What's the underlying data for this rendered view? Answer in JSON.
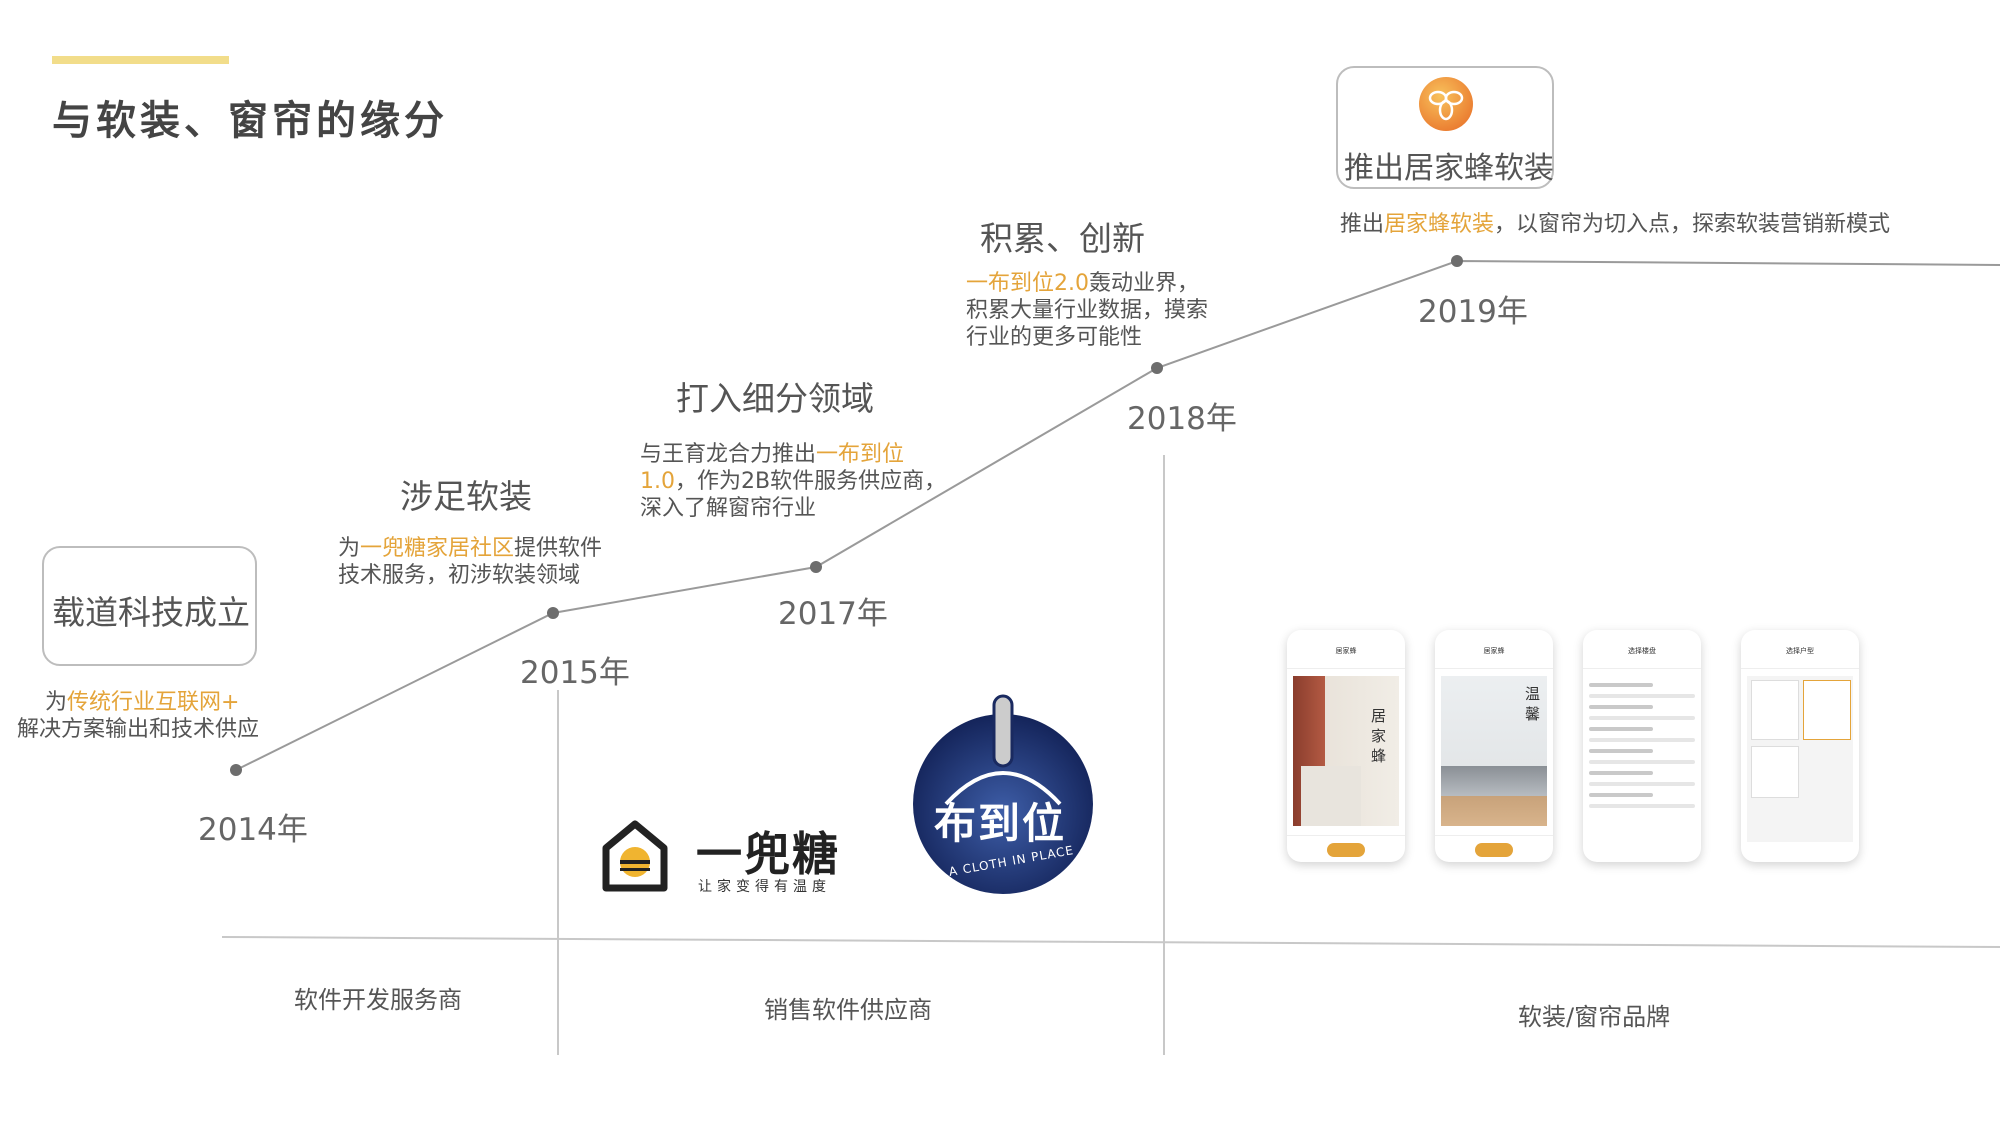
{
  "title": "与软装、窗帘的缘分",
  "colors": {
    "accent_bar": "#f2dd8a",
    "highlight": "#e4a43a",
    "line": "#9a9a9a",
    "divider": "#c8c8c8"
  },
  "milestones": {
    "m2014": {
      "year": "2014年",
      "box": "载道科技成立",
      "desc_pre": "为",
      "desc_hl": "传统行业互联网+",
      "desc_line2": "解决方案输出和技术供应"
    },
    "m2015": {
      "year": "2015年",
      "heading": "涉足软装",
      "desc_pre": "为",
      "desc_hl": "一兜糖家居社区",
      "desc_post": "提供软件",
      "desc_line2": "技术服务，初涉软装领域"
    },
    "m2017": {
      "year": "2017年",
      "heading": "打入细分领域",
      "desc_pre": "与王育龙合力推出",
      "desc_hl": "一布到位",
      "desc_hl2": "1.0",
      "desc_post": "，作为2B软件服务供应商，",
      "desc_line3": "深入了解窗帘行业"
    },
    "m2018": {
      "year": "2018年",
      "heading": "积累、创新",
      "desc_hl": "一布到位2.0",
      "desc_post": "轰动业界，",
      "desc_line2": "积累大量行业数据，摸索",
      "desc_line3": "行业的更多可能性"
    },
    "m2019": {
      "year": "2019年",
      "box": "推出居家蜂软装",
      "desc_pre": "推出",
      "desc_hl": "居家蜂软装",
      "desc_post": "，以窗帘为切入点，探索软装营销新模式"
    }
  },
  "logos": {
    "yidoutang_name": "一兜糖",
    "yidoutang_slogan": "让家变得有温度",
    "yibudaowei_name": "布到位",
    "yibudaowei_slogan": "A CLOTH IN PLACE",
    "icon_names": [
      "bee-logo-icon",
      "yidoutang-house-icon",
      "yibudaowei-umbrella-icon"
    ]
  },
  "phones": {
    "p1_title": "居家蜂",
    "p1_vertical": "居家蜂",
    "p2_title": "居家蜂",
    "p2_vertical": "温馨",
    "p3_title": "选择楼盘",
    "p4_title": "选择户型"
  },
  "phases": {
    "phase1": "软件开发服务商",
    "phase2": "销售软件供应商",
    "phase3": "软装/窗帘品牌"
  }
}
